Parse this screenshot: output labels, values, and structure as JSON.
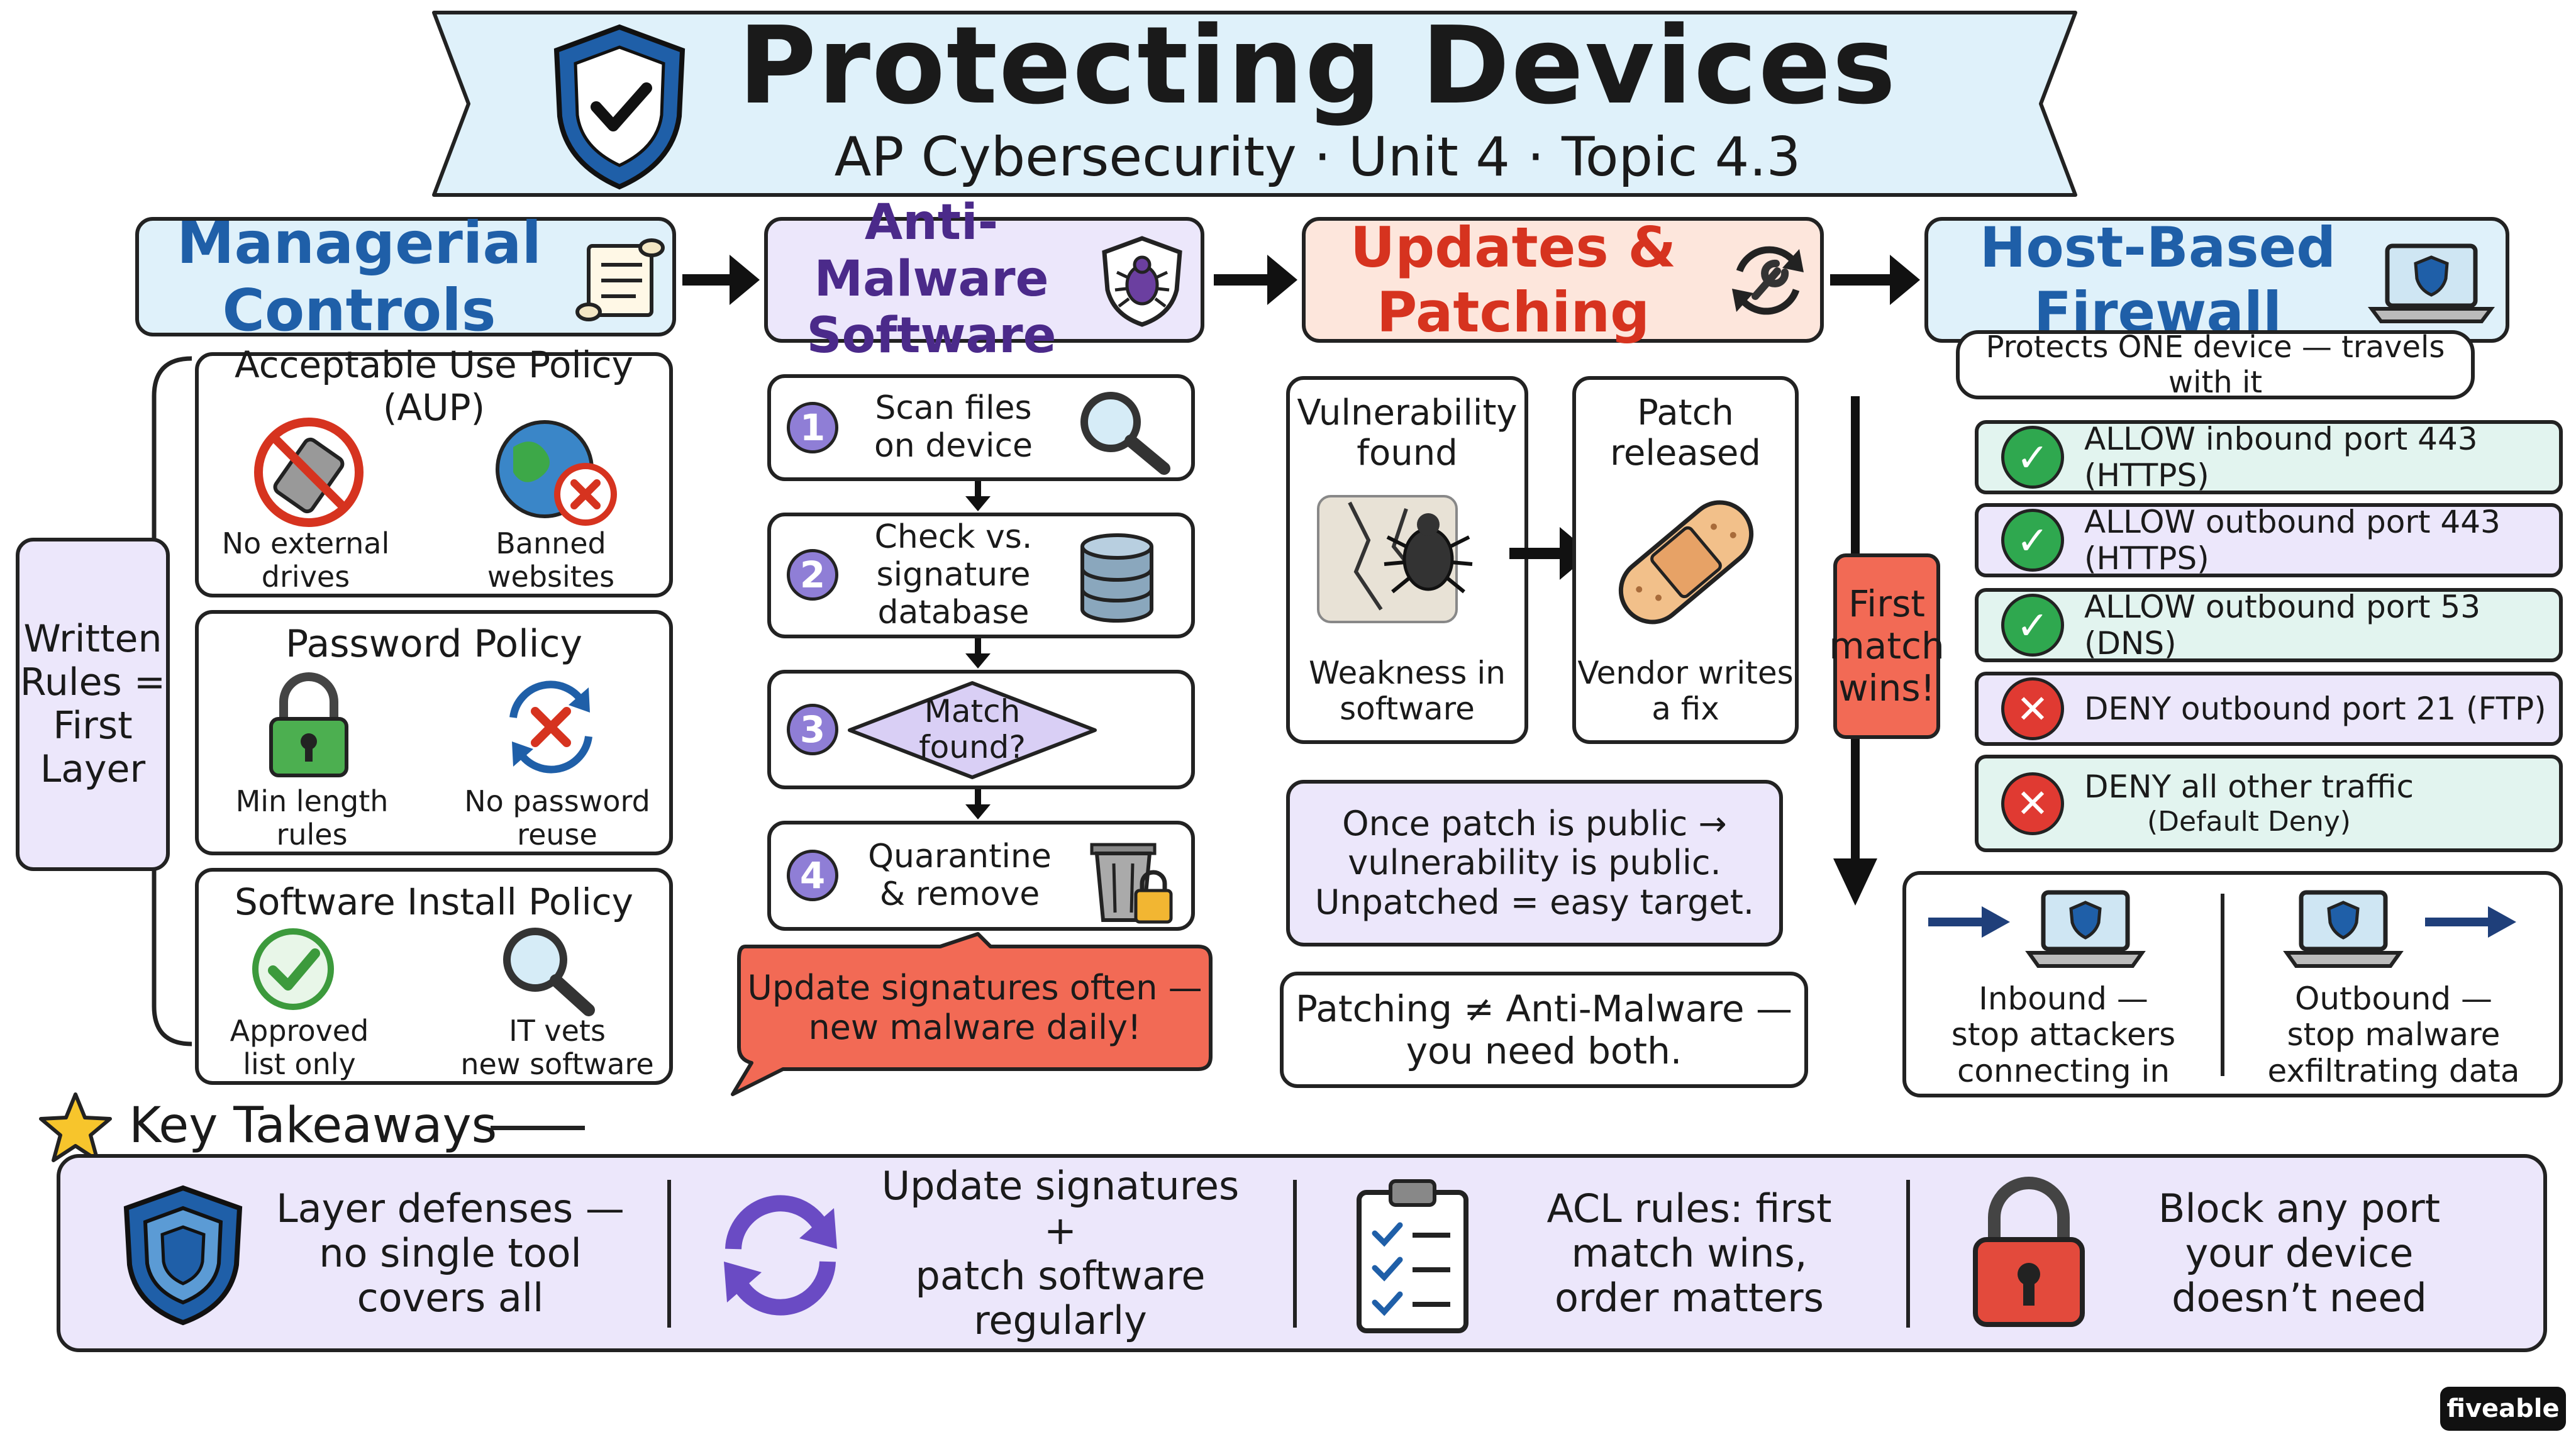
{
  "banner": {
    "title": "Protecting Devices",
    "subtitle": "AP Cybersecurity · Unit 4 · Topic 4.3"
  },
  "managerial": {
    "header": "Managerial Controls",
    "side_label": "Written\nRules =\nFirst\nLayer",
    "aup": {
      "title": "Acceptable Use Policy (AUP)",
      "item1": "No external\ndrives",
      "item2": "Banned\nwebsites"
    },
    "password": {
      "title": "Password Policy",
      "item1": "Min length\nrules",
      "item2": "No password\nreuse"
    },
    "install": {
      "title": "Software Install Policy",
      "item1": "Approved\nlist only",
      "item2": "IT vets\nnew software"
    }
  },
  "antimalware": {
    "header": "Anti-Malware\nSoftware",
    "steps": [
      {
        "num": "1",
        "text": "Scan files\non device"
      },
      {
        "num": "2",
        "text": "Check vs.\nsignature\ndatabase"
      },
      {
        "num": "3",
        "text": "Match\nfound?"
      },
      {
        "num": "4",
        "text": "Quarantine\n& remove"
      }
    ],
    "callout": "Update signatures often —\nnew malware daily!"
  },
  "updates": {
    "header": "Updates & Patching",
    "vuln_title": "Vulnerability\nfound",
    "vuln_caption": "Weakness in\nsoftware",
    "patch_title": "Patch\nreleased",
    "patch_caption": "Vendor writes\na fix",
    "note1": "Once patch is public →\nvulnerability is public.\nUnpatched = easy target.",
    "note2": "Patching ≠ Anti-Malware —\nyou need both."
  },
  "firewall": {
    "header": "Host-Based Firewall",
    "tagline": "Protects ONE device — travels with it",
    "first_match": "First\nmatch\nwins!",
    "rules": [
      {
        "action": "allow",
        "text": "ALLOW inbound port 443 (HTTPS)"
      },
      {
        "action": "allow",
        "text": "ALLOW outbound port 443 (HTTPS)"
      },
      {
        "action": "allow",
        "text": "ALLOW outbound port 53 (DNS)"
      },
      {
        "action": "deny",
        "text": "DENY outbound port 21 (FTP)"
      },
      {
        "action": "deny",
        "text": "DENY all other traffic"
      }
    ],
    "default_deny": "(Default Deny)",
    "inbound": "Inbound —\nstop attackers\nconnecting in",
    "outbound": "Outbound —\nstop malware\nexfiltrating data"
  },
  "takeaways": {
    "title": "Key Takeaways",
    "items": [
      "Layer defenses —\nno single tool\ncovers all",
      "Update signatures +\npatch software\nregularly",
      "ACL rules: first\nmatch wins,\norder matters",
      "Block any port\nyour device\ndoesn’t need"
    ]
  },
  "brand": "fiveable",
  "colors": {
    "lavender": "#ece7fb",
    "light_blue": "#dff1fa",
    "peach": "#fde6dc",
    "allow_green": "#2fa84f",
    "deny_red": "#e03a32",
    "callout_red": "#f26a55",
    "title_blue": "#1f5fa8",
    "title_purple": "#4b2a8a",
    "title_red": "#d6331f",
    "step_purple": "#8f7ed6"
  }
}
